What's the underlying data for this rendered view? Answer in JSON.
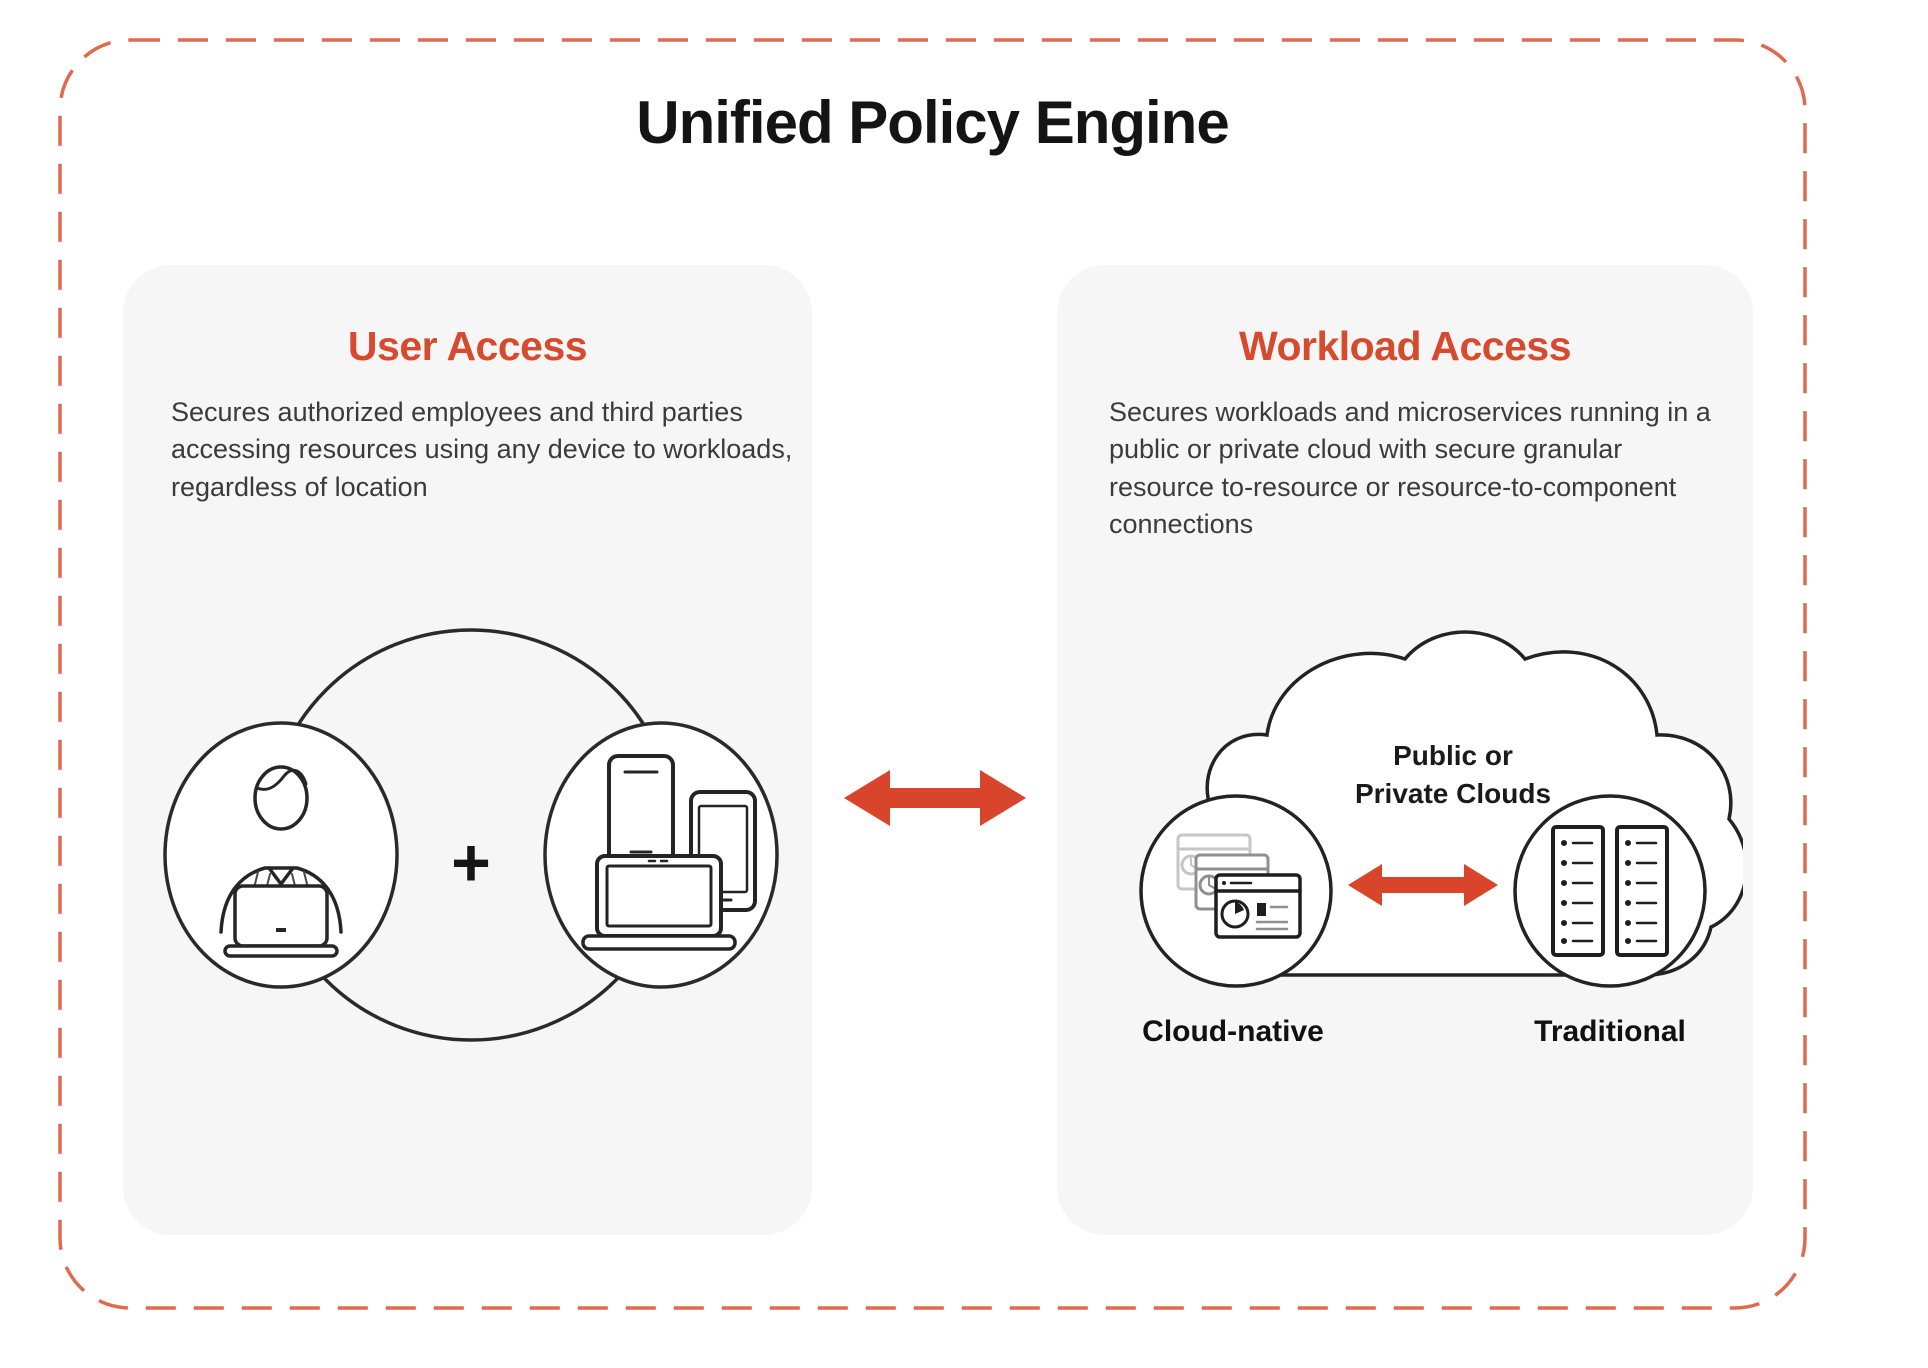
{
  "diagram": {
    "title": "Unified Policy Engine",
    "colors": {
      "accent_heading": "#d64a2e",
      "arrow": "#d9452b",
      "dashed_border": "#e06a4e",
      "panel_background": "#f6f6f7"
    },
    "user_access": {
      "heading": "User Access",
      "description": "Secures authorized employees and third parties accessing resources using any device to workloads, regardless of location",
      "plus_label": "+",
      "left_icon": "person-at-laptop",
      "right_icon": "devices"
    },
    "workload_access": {
      "heading": "Workload Access",
      "description": "Secures workloads and microservices running in a public or private cloud with secure granular resource to-resource or resource-to-component connections",
      "cloud_label": {
        "line1": "Public or",
        "line2": "Private Clouds"
      },
      "nodes": {
        "left": "Cloud-native",
        "right": "Traditional"
      }
    }
  }
}
